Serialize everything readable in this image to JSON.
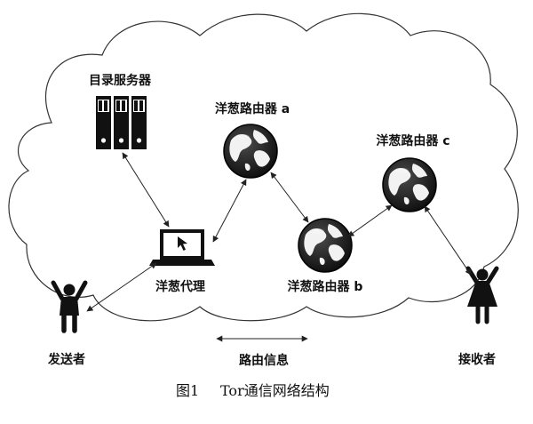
{
  "labels": {
    "directory_servers": "目录服务器",
    "router_a": "洋葱路由器 a",
    "router_b": "洋葱路由器 b",
    "router_c": "洋葱路由器 c",
    "proxy": "洋葱代理",
    "sender": "发送者",
    "receiver": "接收者",
    "routing_info": "路由信息"
  },
  "caption": {
    "fig_no": "图1",
    "title": "Tor通信网络结构"
  }
}
